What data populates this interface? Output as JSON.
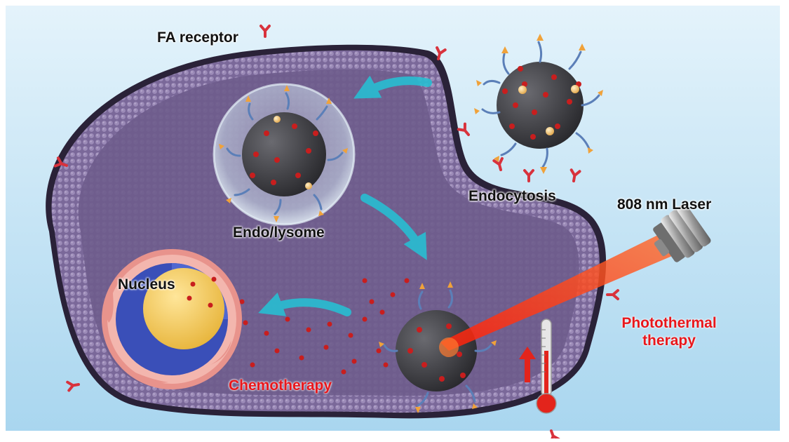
{
  "labels": {
    "fa_receptor": "FA receptor",
    "endo_lysome": "Endo/lysome",
    "endocytosis": "Endocytosis",
    "laser": "808 nm Laser",
    "nucleus": "Nucleus",
    "chemotherapy": "Chemotherapy",
    "photothermal_line1": "Photothermal",
    "photothermal_line2": "therapy"
  },
  "colors": {
    "background_blue": "#bfe0f2",
    "membrane": "#8d7aa8",
    "cell_interior": "#6e5c8c",
    "nanoparticle": "#3c3c40",
    "drug_dot": "#c81e1e",
    "receptor": "#d8323c",
    "arrow": "#28bed2",
    "laser_beam": "#ff3c14",
    "nucleus_core": "#f2c84a",
    "nucleus_envelope": "#3a4fb8",
    "text_red": "#e8171c"
  }
}
